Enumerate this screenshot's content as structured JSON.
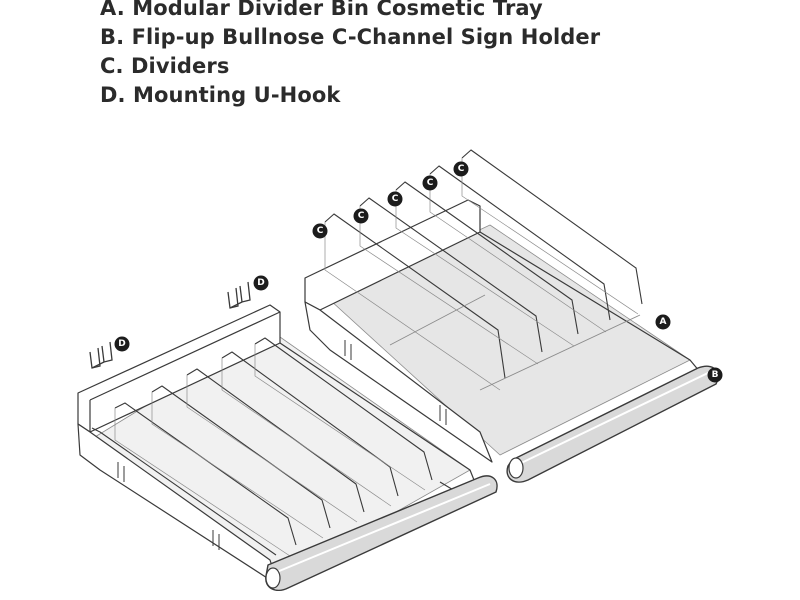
{
  "legend": [
    {
      "letter": "A",
      "text": "A. Modular Divider Bin Cosmetic Tray"
    },
    {
      "letter": "B",
      "text": "B. Flip-up Bullnose C-Channel Sign Holder"
    },
    {
      "letter": "C",
      "text": "C. Dividers"
    },
    {
      "letter": "D",
      "text": "D. Mounting U-Hook"
    }
  ],
  "callouts": {
    "c": "C",
    "a": "A",
    "b": "B",
    "d": "D"
  },
  "colors": {
    "line": "#3a3a3a",
    "light_line": "#8c8c8c",
    "bullnose_fill": "#d9d9d9",
    "floor_fill": "#e6e6e6",
    "callout_fill": "#1c1c1c"
  }
}
